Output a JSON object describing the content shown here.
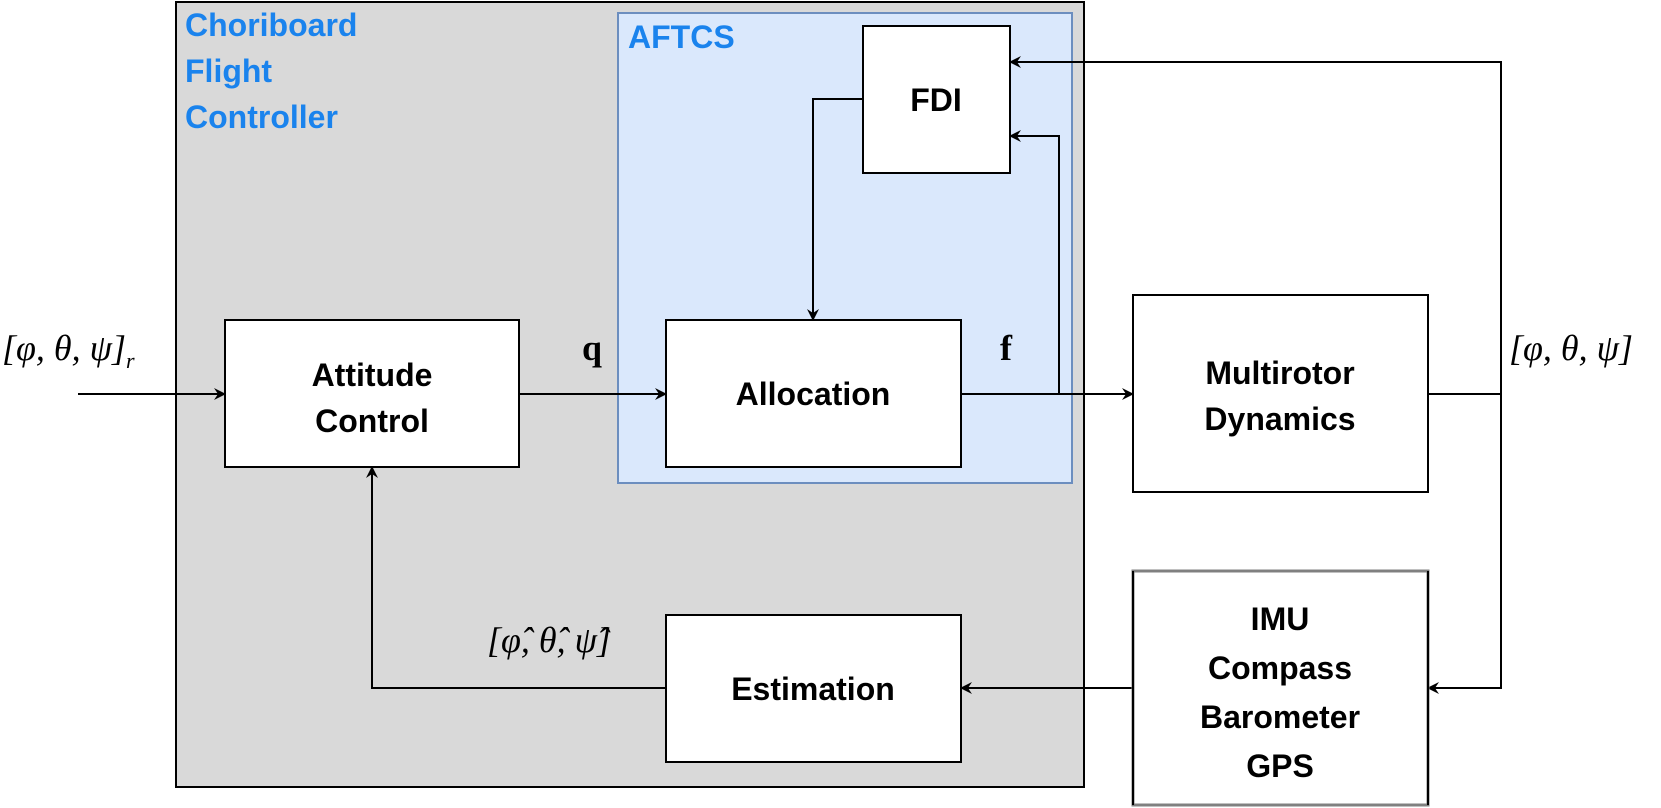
{
  "colors": {
    "controller_bg": "#d9d9d9",
    "aftcs_bg": "#dae8fc",
    "aftcs_border": "#6c8ebf",
    "label_blue": "#1a83ed",
    "box_fill": "#ffffff",
    "line": "#000000"
  },
  "controller": {
    "title_lines": [
      "Choriboard",
      "Flight",
      "Controller"
    ]
  },
  "aftcs": {
    "title": "AFTCS"
  },
  "blocks": {
    "fdi": {
      "label": "FDI"
    },
    "attitude": {
      "lines": [
        "Attitude",
        "Control"
      ]
    },
    "allocation": {
      "label": "Allocation"
    },
    "multirotor": {
      "lines": [
        "Multirotor",
        "Dynamics"
      ]
    },
    "estimation": {
      "label": "Estimation"
    },
    "sensors": {
      "lines": [
        "IMU",
        "Compass",
        "Barometer",
        "GPS"
      ]
    }
  },
  "signals": {
    "reference": "[φ, θ, ψ]",
    "reference_sub": "r",
    "q": "q",
    "f": "f",
    "output": "[φ, θ, ψ]",
    "estimate": "[φ̂, θ̂, ψ̂]"
  }
}
